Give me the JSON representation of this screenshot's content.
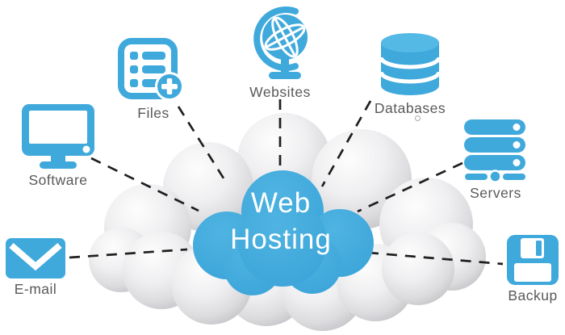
{
  "diagram": {
    "center_label": {
      "line1": "Web",
      "line2": "Hosting"
    },
    "nodes": [
      {
        "id": "software",
        "label": "Software",
        "icon": "monitor-icon"
      },
      {
        "id": "files",
        "label": "Files",
        "icon": "document-add-icon"
      },
      {
        "id": "websites",
        "label": "Websites",
        "icon": "globe-icon"
      },
      {
        "id": "databases",
        "label": "Databases",
        "icon": "database-icon"
      },
      {
        "id": "servers",
        "label": "Servers",
        "icon": "server-stack-icon"
      },
      {
        "id": "email",
        "label": "E-mail",
        "icon": "envelope-icon"
      },
      {
        "id": "backup",
        "label": "Backup",
        "icon": "floppy-disk-icon"
      }
    ],
    "edges": [
      {
        "from": "software",
        "to": "web-hosting-cloud",
        "style": "dashed"
      },
      {
        "from": "files",
        "to": "web-hosting-cloud",
        "style": "dashed"
      },
      {
        "from": "websites",
        "to": "web-hosting-cloud",
        "style": "dashed"
      },
      {
        "from": "databases",
        "to": "web-hosting-cloud",
        "style": "dashed"
      },
      {
        "from": "servers",
        "to": "web-hosting-cloud",
        "style": "dashed"
      },
      {
        "from": "email",
        "to": "web-hosting-cloud",
        "style": "dashed"
      },
      {
        "from": "backup",
        "to": "web-hosting-cloud",
        "style": "dashed"
      }
    ],
    "colors": {
      "icon_blue": "#3fa9dc",
      "icon_blue_light": "#55b9e6",
      "cloud_blue": "#41aadc",
      "label_gray": "#58595b",
      "connector_dark": "#1f1f1f",
      "puff_gray_light": "#fcfcfc",
      "puff_gray_dark": "#c0c0c4"
    }
  }
}
